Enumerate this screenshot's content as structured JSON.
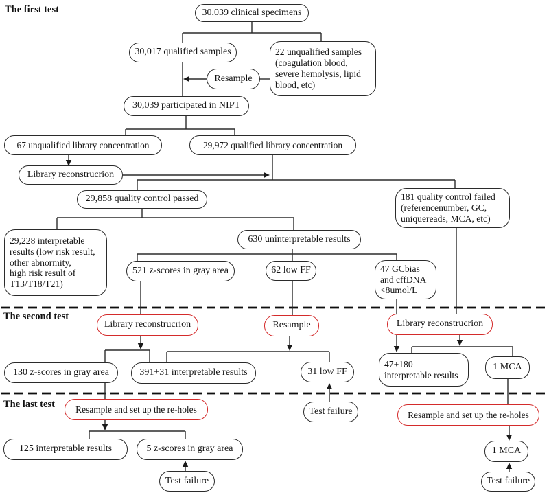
{
  "stages": {
    "first": "The first test",
    "second": "The second test",
    "last": "The last test"
  },
  "colors": {
    "box_border": "#2b2b2b",
    "highlight_border": "#d42b2b",
    "background": "#ffffff"
  },
  "nodes": {
    "clinical_specimens": "30,039 clinical specimens",
    "qualified_samples": "30,017 qualified samples",
    "unqualified_samples": "22 unqualified samples\n(coagulation blood,\nsevere hemolysis, lipid\nblood, etc)",
    "resample_first": "Resample",
    "participated_nipt": "30,039 participated in NIPT",
    "unqualified_library": "67 unqualified library concentration",
    "qualified_library": "29,972 qualified  library concentration",
    "library_reconstruction_first": "Library reconstrucrion",
    "quality_control_passed": "29,858 quality control passed",
    "quality_control_failed": "181 quality control failed\n(referencenumber, GC,\nuniquereads, MCA, etc)",
    "interpretable_29228": "29,228 interpretable\nresults (low risk  result,\nother abnormity,\nhigh risk  result of\nT13/T18/T21)",
    "uninterpretable_630": "630 uninterpretable results",
    "zscores_521": "521 z-scores in gray area",
    "low_ff_62": "62 low FF",
    "gcbias_cffdna_47": "47 GCbias\nand cffDNA\n<8umol/L",
    "library_reconstruction_second_left": "Library reconstrucrion",
    "resample_second": "Resample",
    "library_reconstruction_second_right": "Library reconstrucrion",
    "zscores_130": "130 z-scores in gray area",
    "interpretable_391_31": "391+31 interpretable results",
    "low_ff_31": "31 low FF",
    "interpretable_47_180": "47+180\ninterpretable results",
    "mca_second": "1 MCA",
    "resample_reholes_left": "Resample and set up the re-holes",
    "test_failure_second": "Test failure",
    "resample_reholes_right": "Resample and set up the re-holes",
    "interpretable_125": "125 interpretable results",
    "zscores_5": "5 z-scores in gray area",
    "mca_last": "1 MCA",
    "test_failure_last_left": "Test failure",
    "test_failure_last_right": "Test failure"
  }
}
